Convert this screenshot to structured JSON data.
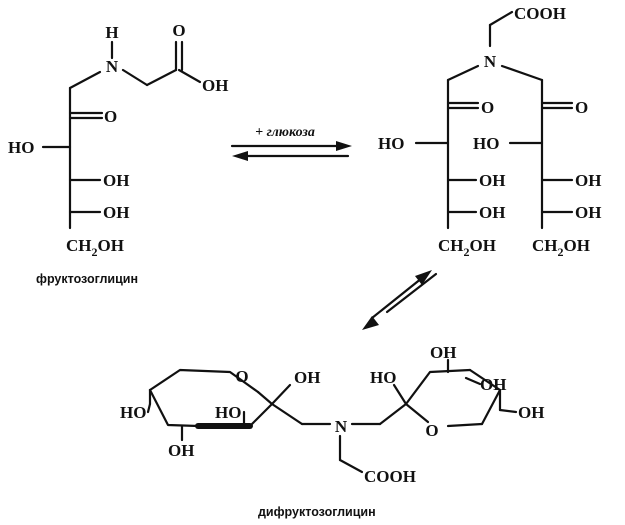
{
  "atoms": {
    "H": "H",
    "N": "N",
    "O": "O",
    "OH": "OH",
    "HO": "HO",
    "CH2OH": "CH2OH",
    "COOH": "COOH"
  },
  "reagent": "+ глюкоза",
  "captions": {
    "fructoseglycine": "фруктозоглицин",
    "difructoseglycine": "дифруктозоглицин"
  }
}
